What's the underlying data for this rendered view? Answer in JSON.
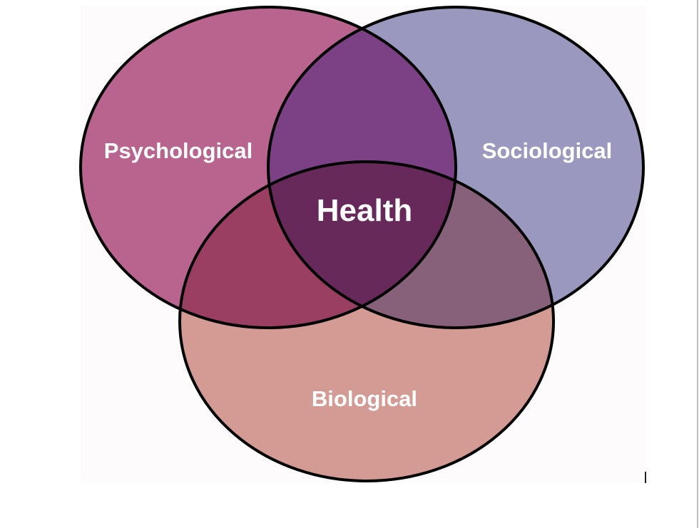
{
  "diagram": {
    "type": "venn",
    "title": "",
    "sets": [
      {
        "id": "psychological",
        "label": "Psychological",
        "color": "#B8648F"
      },
      {
        "id": "sociological",
        "label": "Sociological",
        "color": "#9A98BE"
      },
      {
        "id": "biological",
        "label": "Biological",
        "color": "#D39B94"
      }
    ],
    "intersections": {
      "psychological_sociological": {
        "color": "#7C4084"
      },
      "psychological_biological": {
        "color": "#9B3F62"
      },
      "sociological_biological": {
        "color": "#876079"
      },
      "all": {
        "label": "Health",
        "color": "#67295A"
      }
    },
    "outline_color": "#000000",
    "label_color": "#FFFFFF",
    "background_color": "#FDFBFB"
  }
}
